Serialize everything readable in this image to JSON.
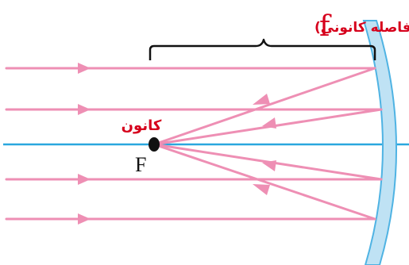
{
  "labels": {
    "focal_length": "(فاصله کانونی)",
    "focal_symbol": "f",
    "focus_word": "کانون",
    "focus_letter": "F"
  },
  "colors": {
    "ray": "#ee8fb4",
    "axis": "#2aa7de",
    "mirror_fill": "#bfe2f4",
    "mirror_edge": "#4fb3e3",
    "label_red": "#d6001c",
    "ink": "#111111"
  }
}
